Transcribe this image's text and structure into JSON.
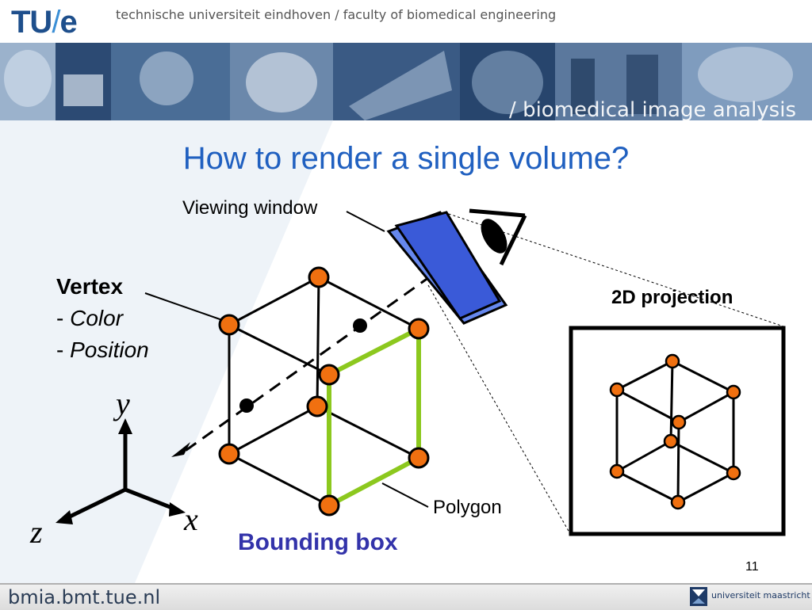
{
  "header": {
    "logo_main": "TU",
    "logo_slash": "/",
    "logo_e": "e",
    "tagline": "technische universiteit eindhoven / faculty of biomedical engineering"
  },
  "banner": {
    "caption": "/ biomedical image analysis"
  },
  "slide": {
    "title": "How to render a single volume?",
    "viewing_window_label": "Viewing window",
    "vertex_label": "Vertex",
    "vertex_item_1": "Color",
    "vertex_item_2": "Position",
    "dash": "-",
    "axis_y": "y",
    "axis_x": "x",
    "axis_z": "z",
    "polygon_label": "Polygon",
    "bounding_box_label": "Bounding box",
    "projection_label": "2D projection",
    "page_number": "11"
  },
  "footer": {
    "url": "bmia.bmt.tue.nl",
    "partner": "universiteit maastricht"
  },
  "colors": {
    "title_blue": "#2060c0",
    "vertex_orange": "#f07010",
    "polygon_green": "#8cc81e",
    "window_blue": "#3a5ad8",
    "bbox_label_blue": "#3333aa"
  }
}
